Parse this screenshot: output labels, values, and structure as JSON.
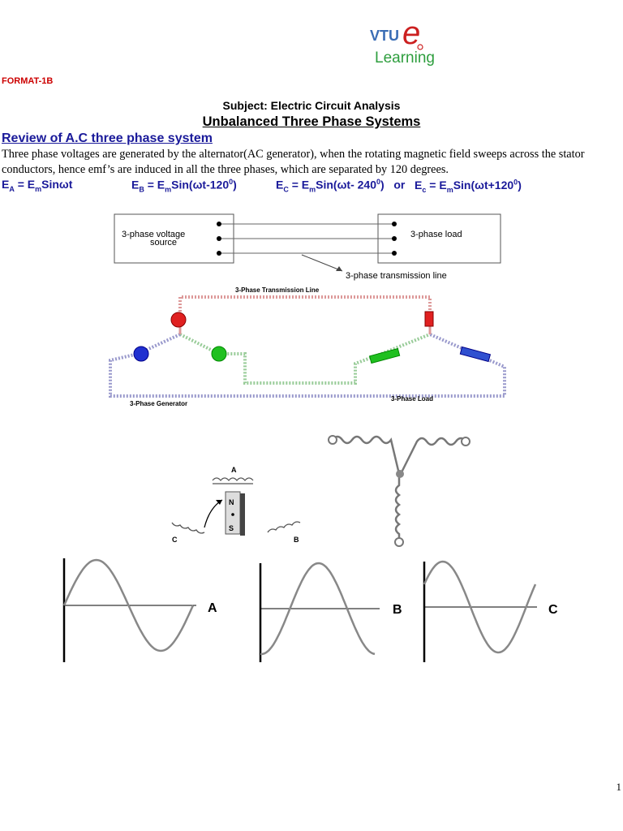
{
  "header": {
    "logo": {
      "icon": "vtu-e-learning-logo",
      "text_top": "VTU",
      "text_e": "e",
      "text_bottom": "Learning"
    },
    "format_label": "FORMAT-1B"
  },
  "subject": "Subject: Electric Circuit Analysis",
  "title": "Unbalanced Three Phase Systems",
  "section_heading": "Review of A.C three phase system",
  "paragraph": "Three phase voltages are generated by the alternator(AC generator), when the rotating magnetic field sweeps across the stator conductors, hence emf’s are induced in all the three phases, which are separated by 120 degrees.",
  "equations": {
    "ea": {
      "lhs": "E",
      "lhs_sub": "A",
      "eq": " = E",
      "m": "m",
      "rhs": "Sinωt"
    },
    "eb": {
      "lhs": "E",
      "lhs_sub": "B",
      "eq": " = E",
      "m": "m",
      "rhs": "Sin(ωt-120",
      "sup": "0",
      "close": ")"
    },
    "ec": {
      "lhs": "E",
      "lhs_sub": "C",
      "eq": " = E",
      "m": "m",
      "rhs": "Sin(ωt- 240",
      "sup": "0",
      "close": ")",
      "or": "or"
    },
    "ec2": {
      "lhs": "E",
      "lhs_sub": "c",
      "eq": " = E",
      "m": "m",
      "rhs": "Sin(ωt+120",
      "sup": "0",
      "close": ")"
    }
  },
  "diagram_block": {
    "source_label_1": "3-phase voltage",
    "source_label_2": "source",
    "load_label": "3-phase load",
    "line_label": "3-phase transmission line"
  },
  "diagram_circuit": {
    "top_label": "3-Phase Transmission Line",
    "generator_label": "3-Phase Generator",
    "load_label": "3-Phase Load"
  },
  "diagram_magnet": {
    "coil_a": "A",
    "coil_b": "B",
    "coil_c": "C",
    "north": "N",
    "south": "S"
  },
  "waveforms": {
    "label_a": "A",
    "label_b": "B",
    "label_c": "C"
  },
  "page_number": "1",
  "colors": {
    "format": "#cc0000",
    "heading": "#1a1a9a",
    "logo_green": "#2e9e3e",
    "logo_red": "#cc2020"
  }
}
